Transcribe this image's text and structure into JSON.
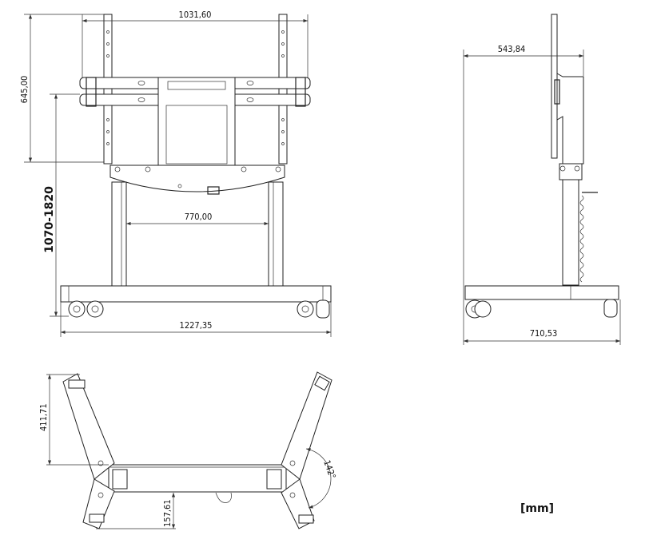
{
  "front_view": {
    "width_top": "1031,60",
    "display_height": "645,00",
    "height_range": "1070-1820",
    "column_spacing": "770,00",
    "base_width": "1227,35"
  },
  "side_view": {
    "depth_top": "543,84",
    "base_depth": "710,53"
  },
  "top_view": {
    "leg_depth": "411,71",
    "leg_angle": "142°",
    "front_offset": "157,61"
  },
  "units": "[mm]"
}
